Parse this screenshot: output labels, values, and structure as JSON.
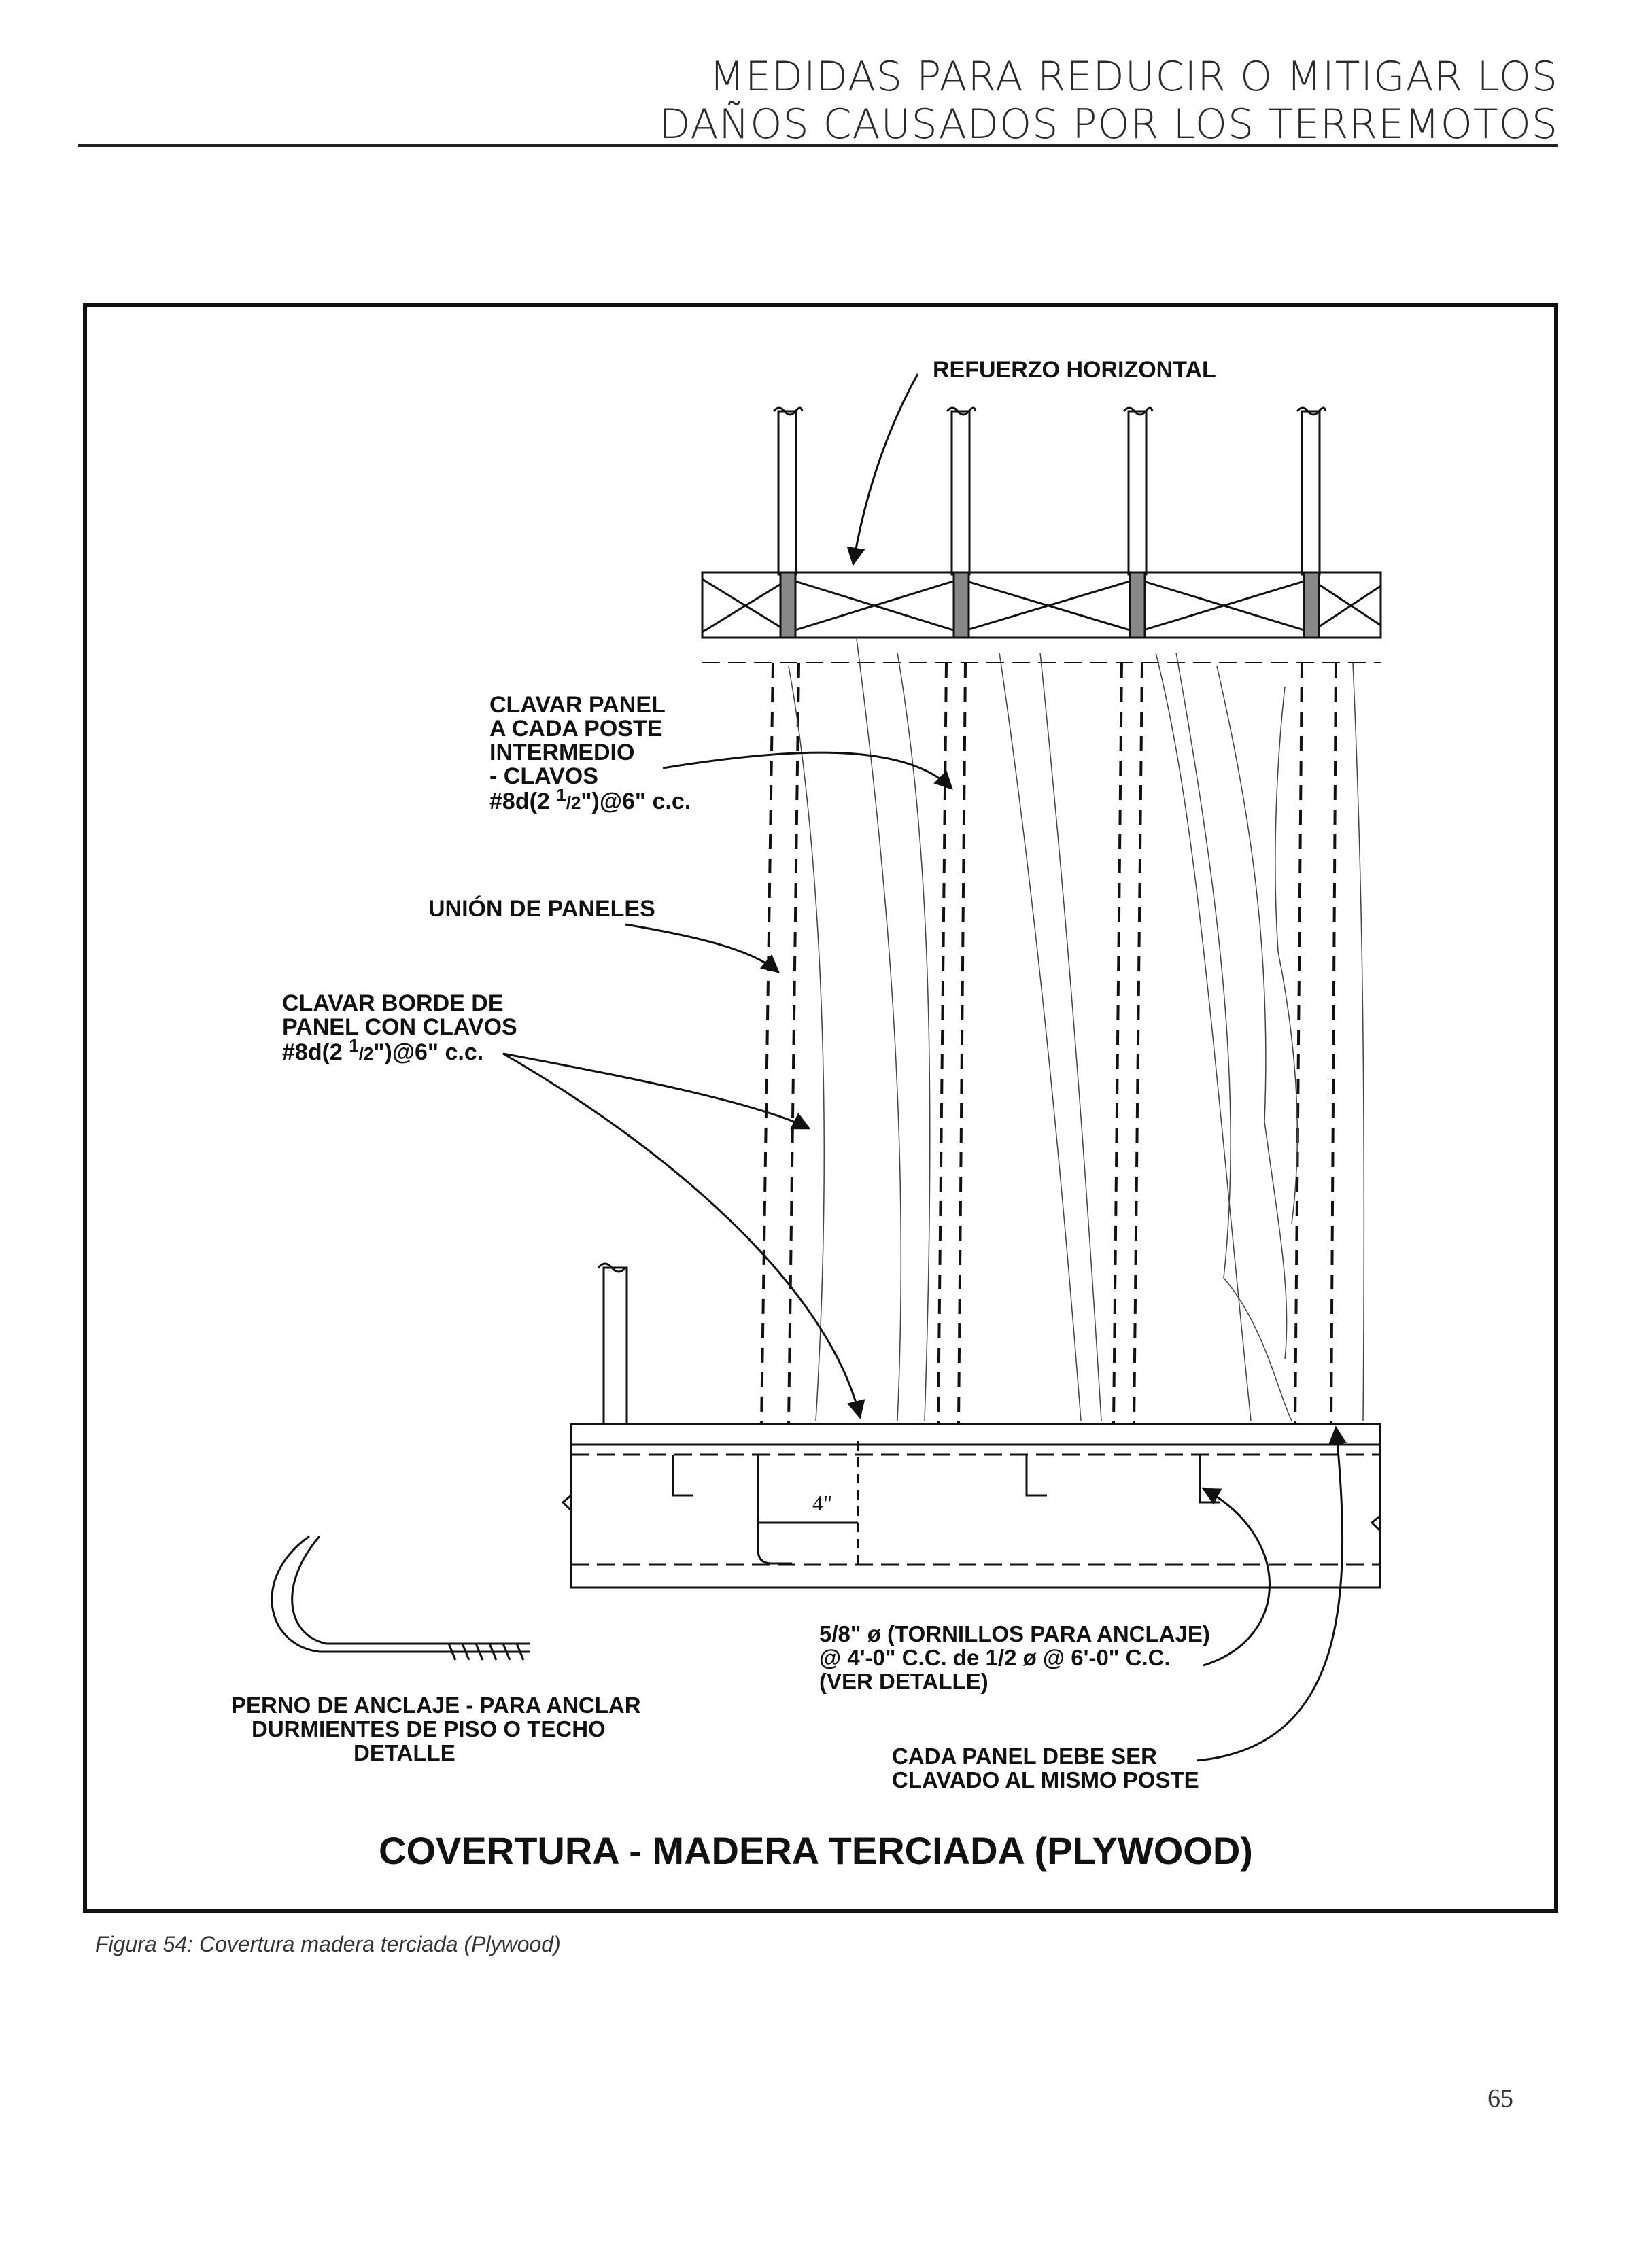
{
  "header": {
    "line1": "MEDIDAS PARA REDUCIR O MITIGAR LOS",
    "line2": "DAÑOS CAUSADOS POR LOS TERREMOTOS"
  },
  "figure": {
    "title": "COVERTURA - MADERA TERCIADA (PLYWOOD)",
    "labels": {
      "refuerzo": "REFUERZO HORIZONTAL",
      "clavar_panel": [
        "CLAVAR PANEL",
        "A CADA POSTE",
        "INTERMEDIO",
        "- CLAVOS"
      ],
      "clavar_panel_nail": "#8d(2 ",
      "clavar_panel_nail_sup": "1",
      "clavar_panel_nail_sub": "/2",
      "clavar_panel_nail_end": "\")@6\" c.c.",
      "union": "UNIÓN DE PANELES",
      "clavar_borde": [
        "CLAVAR BORDE DE",
        "PANEL CON CLAVOS"
      ],
      "clavar_borde_nail": "#8d(2 ",
      "clavar_borde_nail_sup": "1",
      "clavar_borde_nail_sub": "/2",
      "clavar_borde_nail_end": "\")@6\" c.c.",
      "four_inch": "4\"",
      "perno": [
        "PERNO DE ANCLAJE - PARA ANCLAR",
        "DURMIENTES DE PISO O TECHO",
        "DETALLE"
      ],
      "tornillos": [
        "5/8\" ø (TORNILLOS PARA ANCLAJE)",
        "@ 4'-0\" C.C. de 1/2 ø @ 6'-0\" C.C.",
        "(VER DETALLE)"
      ],
      "cada_panel": [
        "CADA PANEL DEBE SER",
        "CLAVADO AL MISMO POSTE"
      ]
    }
  },
  "caption": "Figura 54: Covertura madera terciada (Plywood)",
  "page_number": "65"
}
